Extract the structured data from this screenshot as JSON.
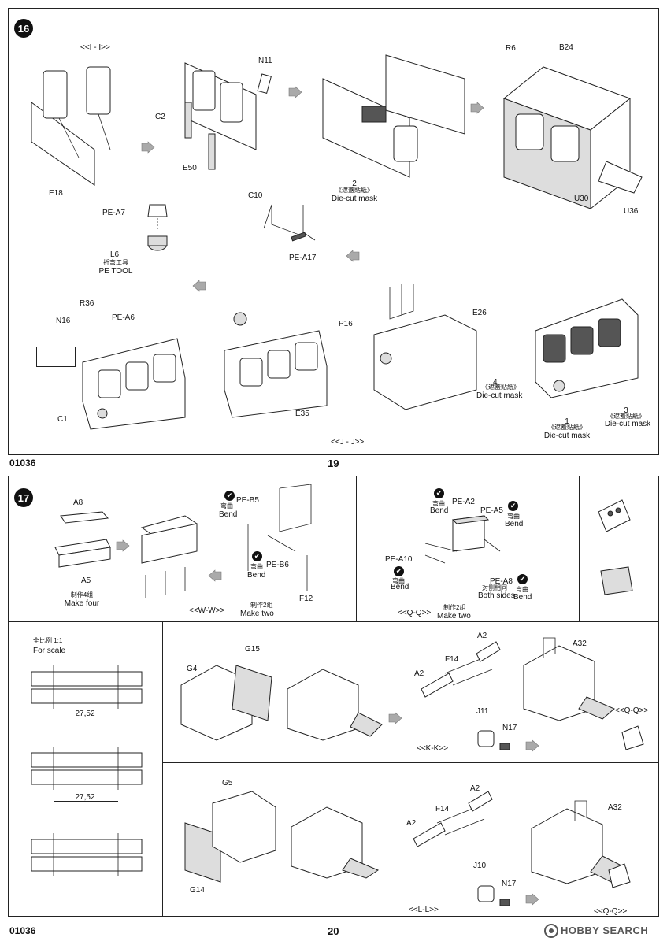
{
  "page_top": {
    "step_number": "16",
    "labels": {
      "view_i_i": "<<I - I>>",
      "c2": "C2",
      "e50": "E50",
      "n11": "N11",
      "e18": "E18",
      "r6": "R6",
      "b24": "B24",
      "u30": "U30",
      "u36": "U36",
      "mask2_num": "2",
      "mask2_cn": "《遮蓋貼紙》",
      "mask2_en": "Die-cut mask",
      "c10": "C10",
      "pe_a17": "PE-A17",
      "pe_a7": "PE-A7",
      "l6": "L6",
      "l6_cn": "折弯工具",
      "l6_en": "PE TOOL",
      "r36": "R36",
      "n16": "N16",
      "pe_a6": "PE-A6",
      "c1": "C1",
      "e35": "E35",
      "p16": "P16",
      "e26": "E26",
      "mask4_num": "4",
      "mask4_cn": "《遮蓋貼紙》",
      "mask4_en": "Die-cut mask",
      "mask1_num": "1",
      "mask1_cn": "《遮蓋貼紙》",
      "mask1_en": "Die-cut mask",
      "mask3_num": "3",
      "mask3_cn": "《遮蓋貼紙》",
      "mask3_en": "Die-cut mask",
      "view_j_j": "<<J - J>>"
    },
    "footer_code": "01036",
    "page_number": "19"
  },
  "page_bottom": {
    "step_number": "17",
    "labels": {
      "a8": "A8",
      "a5": "A5",
      "make_four_cn": "制作4组",
      "make_four_en": "Make four",
      "view_w_w": "<<W-W>>",
      "make_two_cn": "制作2组",
      "make_two_en": "Make two",
      "pe_b5": "PE-B5",
      "bend_cn": "弯曲",
      "bend_en": "Bend",
      "pe_b6": "PE-B6",
      "f12": "F12",
      "pe_a2": "PE-A2",
      "pe_a5": "PE-A5",
      "pe_a10": "PE-A10",
      "pe_a8": "PE-A8",
      "both_sides_cn": "对侧相同",
      "both_sides_en": "Both sides",
      "view_q_q": "<<Q-Q>>",
      "scale_cn": "全比例 1:1",
      "scale_en": "For scale",
      "dim1": "27,52",
      "dim2": "27,52",
      "g15": "G15",
      "g4": "G4",
      "a2": "A2",
      "f14": "F14",
      "a32": "A32",
      "j11": "J11",
      "n17": "N17",
      "view_k_k": "<<K-K>>",
      "g5": "G5",
      "g14": "G14",
      "j10": "J10",
      "view_l_l": "<<L-L>>"
    },
    "footer_code": "01036",
    "page_number": "20",
    "watermark": "HOBBY SEARCH"
  }
}
